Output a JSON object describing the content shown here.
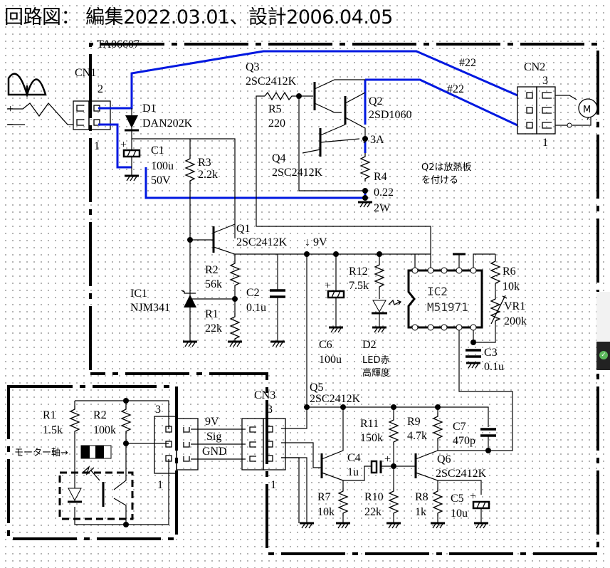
{
  "title": "回路図： 編集2022.03.01、設計2006.04.05",
  "board_id": "TA06607",
  "connectors": {
    "cn1": {
      "name": "CN1",
      "pin_top": "2",
      "pin_bottom": "1",
      "plus": "+",
      "minus": "−"
    },
    "cn2": {
      "name": "CN2",
      "pin_top": "3",
      "pin_bottom": "1",
      "wire1": "#22",
      "wire2": "#22",
      "motor": "M"
    },
    "cn3": {
      "name": "CN3",
      "pin_top": "3",
      "pin_bottom": "1"
    },
    "sensor": {
      "pin_top": "3",
      "pin_bottom": "1",
      "sig_9v": "9V",
      "sig_sig": "Sig",
      "sig_gnd": "GND",
      "motor_shaft": "モーター軸→"
    }
  },
  "parts": {
    "d1": {
      "ref": "D1",
      "value": "DAN202K"
    },
    "c1": {
      "ref": "C1",
      "value": "100u",
      "rating": "50V"
    },
    "r3": {
      "ref": "R3",
      "value": "2.2k"
    },
    "q3": {
      "ref": "Q3",
      "value": "2SC2412K"
    },
    "r5": {
      "ref": "R5",
      "value": "220"
    },
    "q2": {
      "ref": "Q2",
      "value": "2SD1060",
      "current": "↓ 3A",
      "note1": "Q2は放熱板",
      "note2": "を付ける"
    },
    "q4": {
      "ref": "Q4",
      "value": "2SC2412K"
    },
    "r4": {
      "ref": "R4",
      "value": "0.22",
      "rating": "2W"
    },
    "q1": {
      "ref": "Q1",
      "value": "2SC2412K",
      "rail": "↓ 9V"
    },
    "r2": {
      "ref": "R2",
      "value": "56k"
    },
    "r1": {
      "ref": "R1",
      "value": "22k"
    },
    "ic1": {
      "ref": "IC1",
      "value": "NJM341"
    },
    "c2": {
      "ref": "C2",
      "value": "0.1u"
    },
    "c6": {
      "ref": "C6",
      "value": "100u"
    },
    "r12": {
      "ref": "R12",
      "value": "7.5k"
    },
    "d2": {
      "ref": "D2",
      "value": "LED赤",
      "note": "高輝度"
    },
    "ic2": {
      "ref": "IC2",
      "value": "M51971"
    },
    "r6": {
      "ref": "R6",
      "value": "10k"
    },
    "vr1": {
      "ref": "VR1",
      "value": "200k"
    },
    "c3": {
      "ref": "C3",
      "value": "0.1u"
    },
    "q5": {
      "ref": "Q5",
      "value": "2SC2412K"
    },
    "r11": {
      "ref": "R11",
      "value": "150k"
    },
    "r9": {
      "ref": "R9",
      "value": "4.7k"
    },
    "c7": {
      "ref": "C7",
      "value": "470p"
    },
    "c4": {
      "ref": "C4",
      "value": "1u"
    },
    "q6": {
      "ref": "Q6",
      "value": "2SC2412K"
    },
    "r7": {
      "ref": "R7",
      "value": "10k"
    },
    "r10": {
      "ref": "R10",
      "value": "22k"
    },
    "r8": {
      "ref": "R8",
      "value": "1k"
    },
    "c5": {
      "ref": "C5",
      "value": "10u"
    },
    "sr1": {
      "ref": "R1",
      "value": "1.5k"
    },
    "sr2": {
      "ref": "R2",
      "value": "100k"
    }
  }
}
